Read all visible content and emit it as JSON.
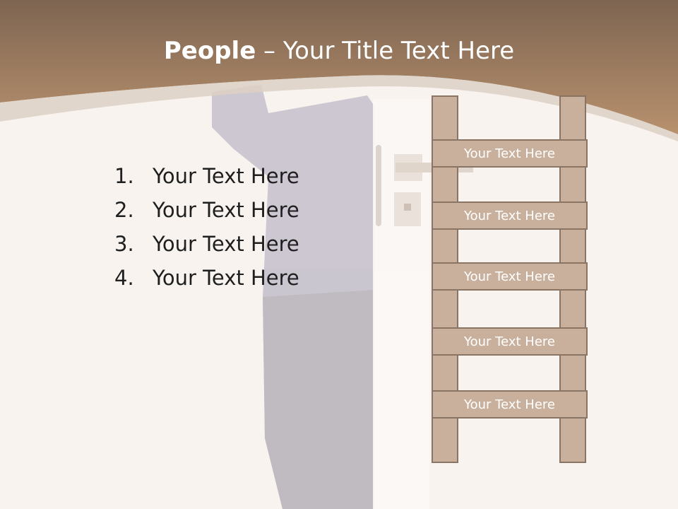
{
  "title": {
    "bold": "People",
    "rest": " – Your Title Text Here"
  },
  "list": {
    "items": [
      {
        "number": "1.",
        "text": "Your Text Here"
      },
      {
        "number": "2.",
        "text": "Your Text Here"
      },
      {
        "number": "3.",
        "text": "Your Text Here"
      },
      {
        "number": "4.",
        "text": "Your Text Here"
      }
    ]
  },
  "ladder": {
    "rungs": [
      "Your Text Here",
      "Your Text Here",
      "Your Text Here",
      "Your Text Here",
      "Your Text Here"
    ]
  },
  "colors": {
    "header_brown": "#a58466",
    "rung_fill": "#c9b09d",
    "rung_border": "#8a7565",
    "background": "#f8f3ef"
  }
}
